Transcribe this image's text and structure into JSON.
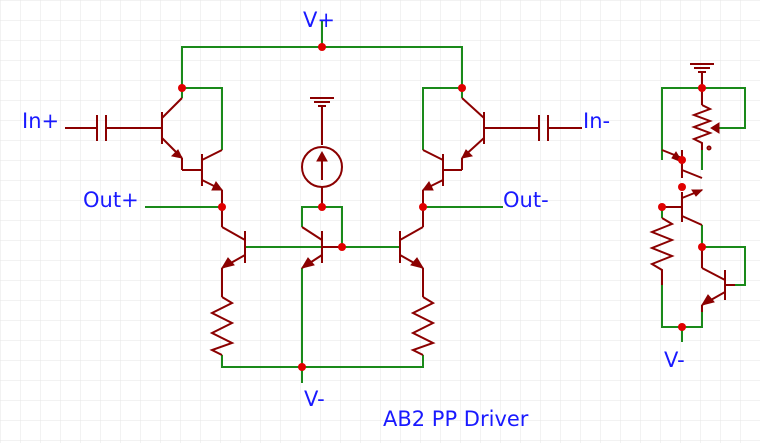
{
  "title": "AB2 PP Driver",
  "labels": {
    "vplus": "V+",
    "vminus_main": "V-",
    "vminus_bias": "V-",
    "in_plus": "In+",
    "in_minus": "In-",
    "out_plus": "Out+",
    "out_minus": "Out-"
  },
  "colors": {
    "component": "#8b0000",
    "wire": "#1a8a1a",
    "node": "#e00000",
    "label": "#1a1aff",
    "grid": "#e6e6e6"
  }
}
